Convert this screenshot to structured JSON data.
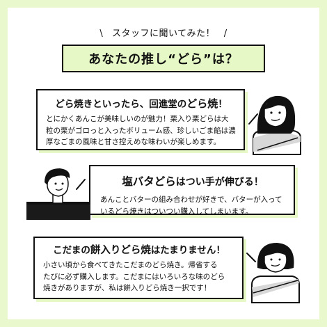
{
  "header": {
    "kicker_left_mark": "\\",
    "kicker_text": "スタッフに聞いてみた！",
    "kicker_right_mark": "/",
    "title": "あなたの推し“どら”は？"
  },
  "cards": [
    {
      "head_pre": "どら焼きといったら、回進堂の",
      "head_bold": "どら焼",
      "head_post": "！",
      "lines": [
        "とにかくあんこが美味しいのが魅力！栗入り栗どらは大",
        "粒の栗がゴロっと入ったボリューム感、珍しいごま餡は濃",
        "厚なごまの風味と甘さ控えめな味わいが楽しめます。"
      ]
    },
    {
      "head_pre": "",
      "head_bold": "塩バタどら",
      "head_post": "はつい手が伸びる！",
      "lines": [
        "あんことバターの組み合わせが好きで、バターが入って",
        "いるどら焼きはついつい購入してしまいます。"
      ]
    },
    {
      "head_pre": "こだまの",
      "head_bold": "餅入りどら焼",
      "head_post": "はたまりません！",
      "lines": [
        "小さい頃から食べてきたこだまのどら焼き。帰省する",
        "たびに必ず購入します。こだまにはいろいろな味のどら",
        "焼きがありますが、私は餅入りどら焼き一択です！"
      ]
    }
  ],
  "colors": {
    "frame": "#e9f9cd",
    "accent": "#e6f8c6",
    "ink": "#111111"
  }
}
